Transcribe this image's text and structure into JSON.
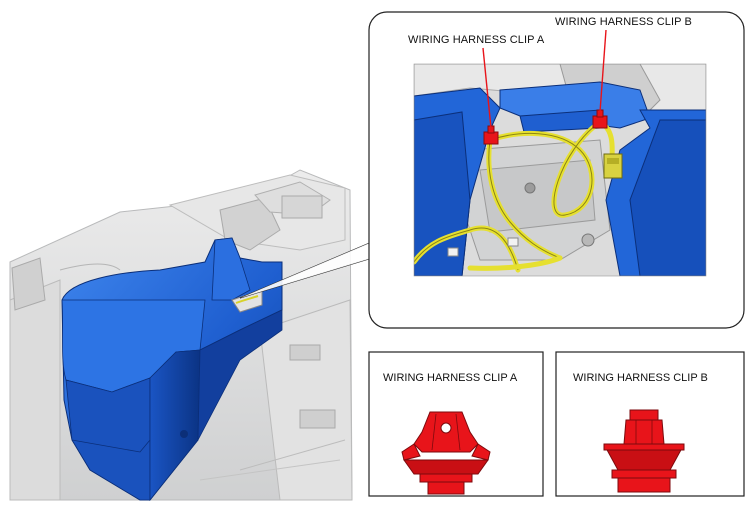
{
  "callout": {
    "label_a": "WIRING HARNESS CLIP A",
    "label_b": "WIRING HARNESS CLIP B"
  },
  "panels": {
    "clip_a_title": "WIRING HARNESS CLIP A",
    "clip_b_title": "WIRING HARNESS CLIP B"
  },
  "colors": {
    "console_blue": "#1f5fd0",
    "harness_yellow": "#e6e030",
    "clip_red": "#e8141a",
    "interior_grey": "#d9dadb"
  }
}
